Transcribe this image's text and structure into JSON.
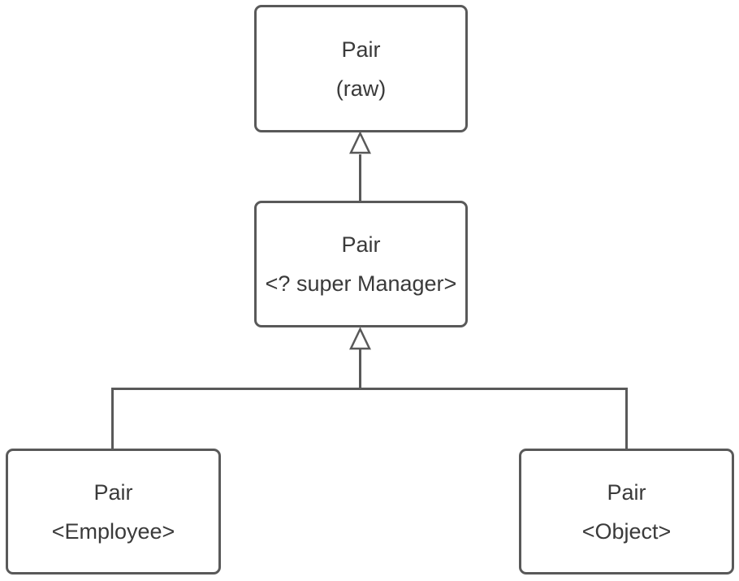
{
  "diagram": {
    "type": "class-hierarchy",
    "nodes": {
      "raw": {
        "title": "Pair",
        "subtitle": "(raw)"
      },
      "super_manager": {
        "title": "Pair",
        "subtitle": "<? super Manager>"
      },
      "employee": {
        "title": "Pair",
        "subtitle": "<Employee>"
      },
      "object": {
        "title": "Pair",
        "subtitle": "<Object>"
      }
    },
    "edges": [
      {
        "from": "Pair <? super Manager>",
        "to": "Pair (raw)",
        "kind": "generalization",
        "arrow": "hollow-triangle-up"
      },
      {
        "from": "Pair <Employee>",
        "to": "Pair <? super Manager>",
        "kind": "generalization",
        "arrow": "hollow-triangle-up"
      },
      {
        "from": "Pair <Object>",
        "to": "Pair <? super Manager>",
        "kind": "generalization",
        "arrow": "hollow-triangle-up"
      }
    ],
    "colors": {
      "border": "#595959",
      "line": "#595959",
      "text": "#3a3a3a",
      "node_fill": "#ffffff",
      "background": "#ffffff"
    }
  }
}
